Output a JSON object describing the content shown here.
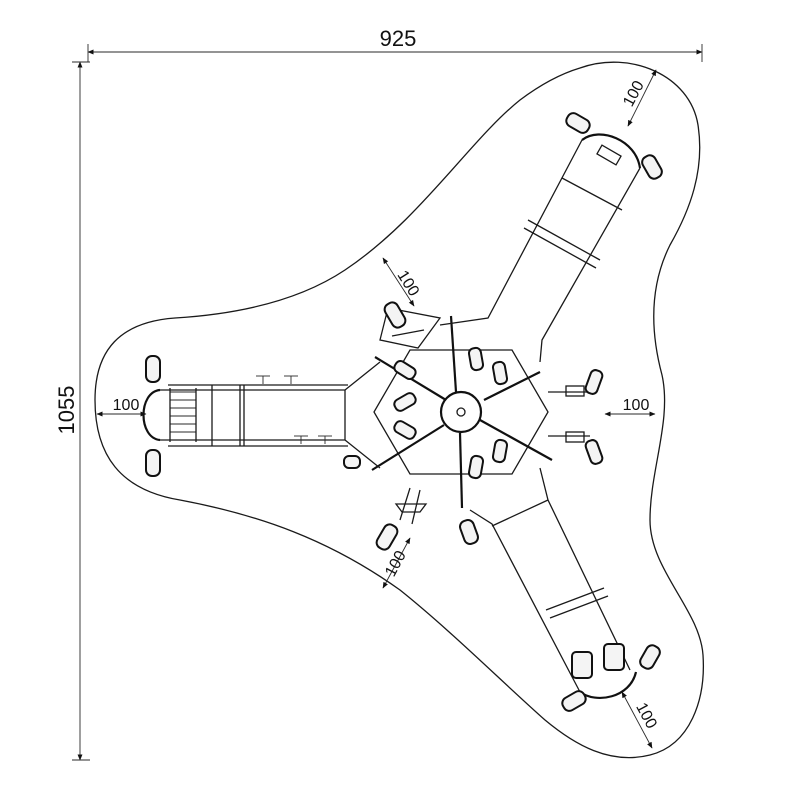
{
  "dimensions": {
    "overall_width": "925",
    "overall_height": "1055",
    "clearance_left": "100",
    "clearance_right": "100",
    "clearance_upper_left": "100",
    "clearance_top_right": "100",
    "clearance_lower_left": "100",
    "clearance_bottom_right": "100"
  },
  "colors": {
    "stroke": "#1a1a1a",
    "background": "#ffffff"
  }
}
